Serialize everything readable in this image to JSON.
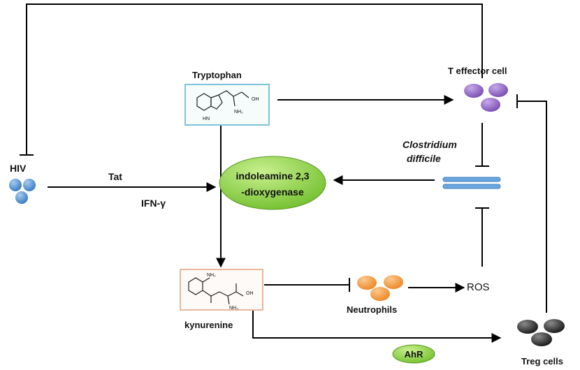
{
  "nodes": {
    "hiv": {
      "label": "HIV"
    },
    "tryptophan": {
      "label": "Tryptophan",
      "nh_label": "HN",
      "nh2_label": "NH₂",
      "oh_label": "OH"
    },
    "t_effector": {
      "label": "T effector cell"
    },
    "clostridium": {
      "line1": "Clostridium",
      "line2": "difficile"
    },
    "ido": {
      "line1": "indoleamine 2,3",
      "line2": "-dioxygenase"
    },
    "kynurenine": {
      "label": "kynurenine",
      "nh2_top": "NH₂",
      "nh2_bottom": "NH₂",
      "oh_label": "OH"
    },
    "neutrophils": {
      "label": "Neutrophils"
    },
    "ros": {
      "label": "ROS"
    },
    "treg": {
      "label": "Treg cells"
    },
    "ahr": {
      "label": "AhR"
    }
  },
  "edges": {
    "tat": "Tat",
    "ifn": "IFN-γ"
  },
  "colors": {
    "blue_cell": "#5b9bd5",
    "purple_cell": "#9b73c9",
    "orange_cell": "#f5a04b",
    "black_cell": "#3a3a3a",
    "ido_green": "#8ed34a",
    "ahr_green": "#8ed34a",
    "barrier_blue": "#6aa6df",
    "tryptophan_border": "#7ec4d8",
    "kynurenine_border": "#e8b89a"
  }
}
